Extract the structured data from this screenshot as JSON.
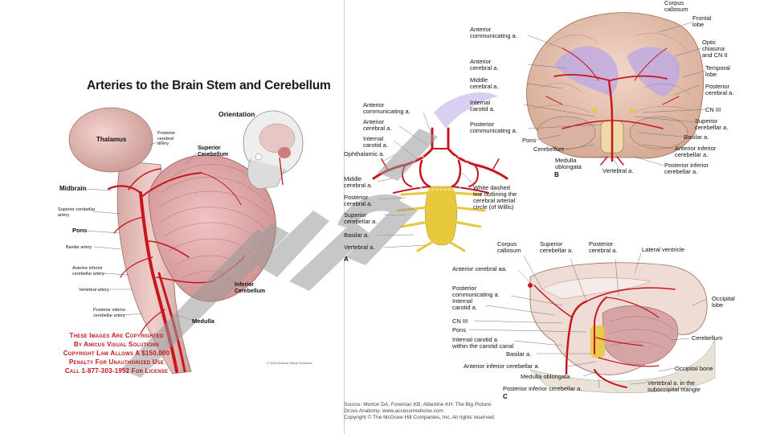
{
  "left_panel": {
    "title": "Arteries to the Brain Stem and Cerebellum",
    "orientation": "Orientation",
    "labels": {
      "thalamus": "Thalamus",
      "posterior_cerebral": "Posterior\ncerebral\nartery",
      "superior_cerebellum": "Superior\nCerebellum",
      "midbrain": "Midbrain",
      "superior_cerebellar_artery": "Superior cerebellar\nartery",
      "pons": "Pons",
      "basilar_artery": "Basilar artery",
      "aica": "Anterior inferior\ncerebellar artery",
      "vertebral_artery": "Vertebral artery",
      "pica": "Posterior inferior\ncerebellar artery",
      "inferior_cerebellum": "Inferior\nCerebellum",
      "medulla": "Medulla"
    },
    "copyright_lines": [
      "These Images Are Copyrighted",
      "By Amicus Visual Solutions",
      "Copyright Law Allows A $150,000",
      "Penalty For Unauthorized Use",
      "Call 1-877-303-1952 For License"
    ],
    "tiny_credit": "© 2014 Amicus Visual Solutions"
  },
  "panel_a": {
    "letter": "A",
    "labels": {
      "anterior_communicating": "Anterior\ncommunicating a.",
      "anterior_cerebral": "Anterior\ncerebral a.",
      "internal_carotid": "Internal\ncarotid a.",
      "ophthalmic": "Ophthalamic a.",
      "middle_cerebral": "Middle\ncerebral a.",
      "posterior_cerebral": "Posterior\ncerebral a.",
      "superior_cerebellar": "Superior\ncerebellar a.",
      "basilar": "Basilar a.",
      "vertebral": "Vertebral a.",
      "willis_note": "White dashed\nline outlining the\ncerebral arterial\ncircle (of Willis)"
    }
  },
  "panel_b": {
    "letter": "B",
    "labels": {
      "corpus_callosum": "Corpus\ncallosum",
      "frontal_lobe": "Frontal\nlobe",
      "optic_chiasma": "Optic\nchiasma\nand CN II",
      "temporal_lobe": "Temporal\nlobe",
      "posterior_cerebral_r": "Posterior\ncerebral a.",
      "cn_iii": "CN III",
      "superior_cerebellar": "Superior\ncerebellar a.",
      "basilar": "Basilar a.",
      "aica": "Anterior inferior\ncerebellar a.",
      "pica": "Posterior inferior\ncerebellar a.",
      "vertebral": "Vertebral a.",
      "medulla": "Medulla\noblongata",
      "cerebellum": "Cerebellum",
      "pons": "Pons",
      "posterior_communicating": "Posterior\ncommunicating a.",
      "internal_carotid": "Internal\ncarotid a.",
      "middle_cerebral": "Middle\ncerebral a.",
      "anterior_cerebral": "Anterior\ncerebral a.",
      "anterior_communicating": "Anterior\ncommunicating a."
    }
  },
  "panel_c": {
    "letter": "C",
    "labels": {
      "corpus_callosum": "Corpus\ncallosum",
      "superior_cerebellar": "Superior\ncerebellar a.",
      "posterior_cerebral": "Posterior\ncerebral a.",
      "lateral_ventricle": "Lateral ventricle",
      "anterior_cerebral": "Anterior cerebral aa.",
      "posterior_communicating": "Posterior\ncommunicating a.",
      "internal_carotid": "Internal\ncarotid a.",
      "occipital_lobe": "Occipital\nlobe",
      "cn_iii": "CN III",
      "pons": "Pons",
      "internal_carotid_canal": "Internal carotid a.\nwithin the carotid canal",
      "cerebellum": "Cerebellum",
      "basilar": "Basilar a.",
      "occipital_bone": "Occipital bone",
      "aica": "Anterior inferior cerebellar a.",
      "medulla": "Medulla oblongata",
      "vertebral_triangle": "Vertebral a. in the\nsuboccipital triangle",
      "pica": "Posterior inferior cerebellar a."
    }
  },
  "source_lines": [
    "Source: Morton DA, Foreman KB, Albertine KH: The Big Picture:",
    "Gross Anatomy: www.accessmedicine.com",
    "Copyright © The McGraw-Hill Companies, Inc. All rights reserved."
  ],
  "colors": {
    "artery_red": "#c8161d",
    "watermark_grey": "#9a9a9a",
    "copyright_red": "#c2161b",
    "highlight_purple": "#b9a7e6",
    "basilar_yellow": "#e8c83c"
  }
}
